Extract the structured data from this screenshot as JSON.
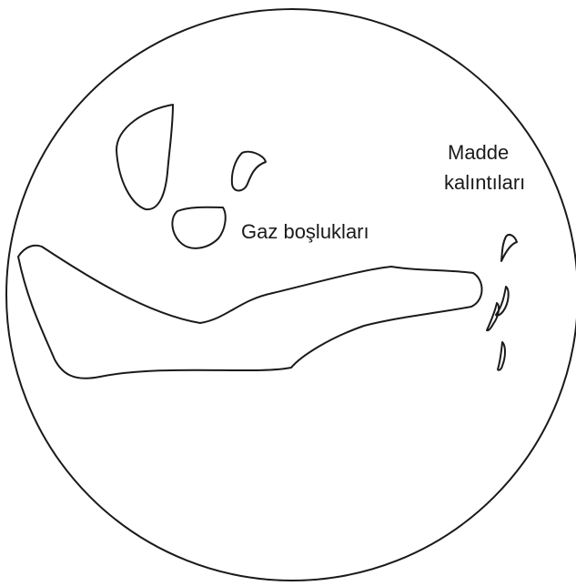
{
  "labels": {
    "gas_voids": "Gaz boşlukları",
    "residue_line1": "Madde",
    "residue_line2": "kalıntıları"
  },
  "colors": {
    "stroke": "#1a1a1a",
    "background": "#ffffff"
  }
}
